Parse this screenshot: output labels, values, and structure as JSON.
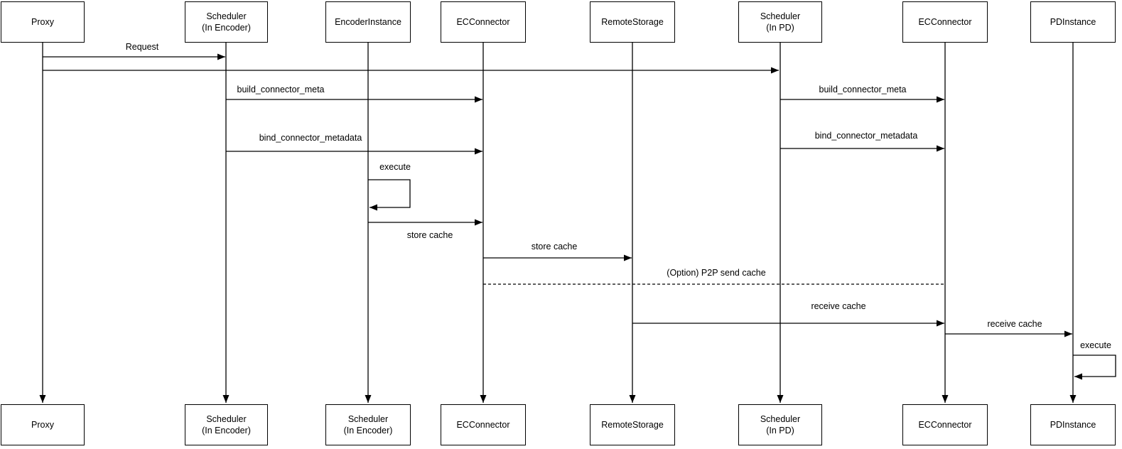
{
  "diagram": {
    "colors": {
      "line": "#000000",
      "text": "#000000",
      "background": "#ffffff"
    },
    "participants_top": [
      "Proxy",
      "Scheduler\n(In Encoder)",
      "EncoderInstance",
      "ECConnector",
      "RemoteStorage",
      "Scheduler\n(In PD)",
      "ECConnector",
      "PDInstance"
    ],
    "participants_bottom": [
      "Proxy",
      "Scheduler\n(In Encoder)",
      "Scheduler\n(In Encoder)",
      "ECConnector",
      "RemoteStorage",
      "Scheduler\n(In PD)",
      "ECConnector",
      "PDInstance"
    ],
    "messages": {
      "request": "Request",
      "build_connector_meta_left": "build_connector_meta",
      "build_connector_meta_right": "build_connector_meta",
      "bind_connector_metadata_left": "bind_connector_metadata",
      "bind_connector_metadata_right": "bind_connector_metadata",
      "execute_encoder": "execute",
      "store_cache_encoder": "store cache",
      "store_cache_remote": "store cache",
      "p2p_send_cache": "(Option) P2P send cache",
      "receive_cache_remote": "receive cache",
      "receive_cache_pd": "receive cache",
      "execute_pd": "execute"
    }
  }
}
